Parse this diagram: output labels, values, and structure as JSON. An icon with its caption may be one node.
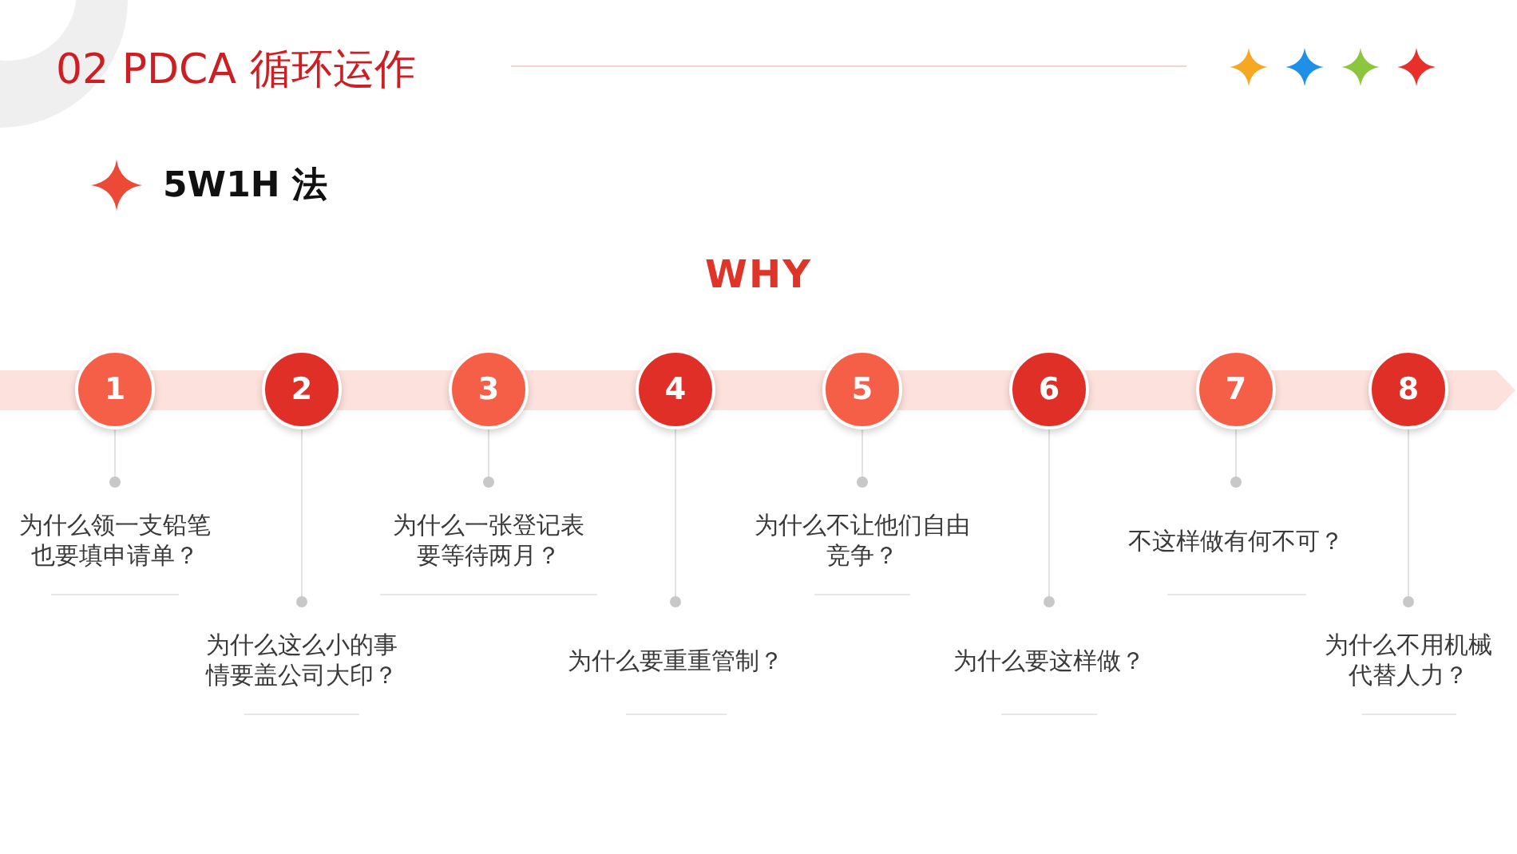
{
  "diagram": {
    "title": "02 PDCA 循环运作",
    "nodes": [
      {
        "text": [
          "1"
        ]
      },
      {
        "text": [
          "为什么领一支铅笔也要填申请单？"
        ]
      },
      {
        "text": [
          "2"
        ]
      },
      {
        "text": [
          "为什么这么小的事情要盖公司大印？"
        ]
      },
      {
        "text": [
          "3"
        ]
      },
      {
        "text": [
          "为什么一张登记表要等待两月？"
        ]
      },
      {
        "text": [
          "4"
        ]
      },
      {
        "text": [
          "为什么要重重管制？"
        ]
      },
      {
        "text": [
          "5"
        ]
      },
      {
        "text": [
          "为什么不让他们自由竞争？"
        ]
      },
      {
        "text": [
          "6"
        ]
      },
      {
        "text": [
          "为什么要这样做？"
        ]
      },
      {
        "text": [
          "7"
        ]
      },
      {
        "text": [
          "不这样做有何不可？"
        ]
      },
      {
        "text": [
          "8"
        ]
      },
      {
        "text": [
          "为什么不用机械代替人力？"
        ]
      }
    ],
    "edges": [
      {
        "from": 0,
        "to": 1,
        "arrow": "other"
      },
      {
        "from": 2,
        "to": 3,
        "arrow": "other"
      },
      {
        "from": 4,
        "to": 5,
        "arrow": "other"
      },
      {
        "from": 6,
        "to": 7,
        "arrow": "other"
      },
      {
        "from": 8,
        "to": 9,
        "arrow": "other"
      },
      {
        "from": 10,
        "to": 11,
        "arrow": "other"
      },
      {
        "from": 12,
        "to": 13,
        "arrow": "other"
      },
      {
        "from": 14,
        "to": 15,
        "arrow": "other"
      }
    ],
    "labels": [
      "5W1H 法",
      "WHY"
    ]
  }
}
